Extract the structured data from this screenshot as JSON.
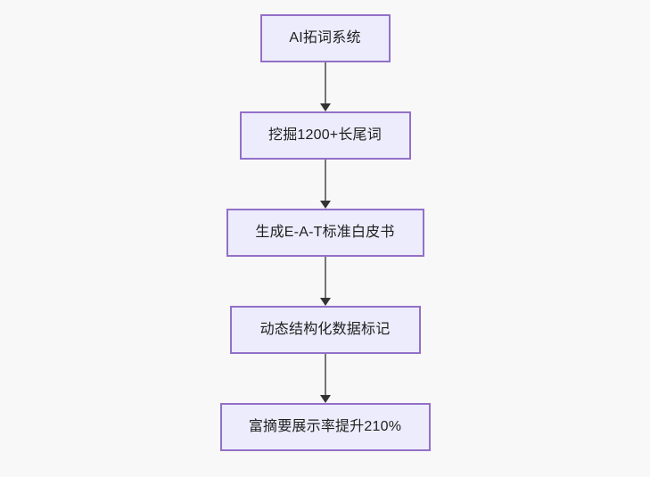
{
  "diagram": {
    "type": "flowchart",
    "direction": "top-to-bottom",
    "background_color": "#f8f8f8",
    "node_fill_color": "#ececfc",
    "node_border_color": "#9370c8",
    "node_text_color": "#1f1f1f",
    "connector_line_color": "#757575",
    "connector_arrow_color": "#333333",
    "nodes": [
      {
        "id": "node-1",
        "label": "AI拓词系统"
      },
      {
        "id": "node-2",
        "label": "挖掘1200+长尾词"
      },
      {
        "id": "node-3",
        "label": "生成E-A-T标准白皮书"
      },
      {
        "id": "node-4",
        "label": "动态结构化数据标记"
      },
      {
        "id": "node-5",
        "label": "富摘要展示率提升210%"
      }
    ],
    "edges": [
      {
        "id": "conn-1",
        "from": "node-1",
        "to": "node-2",
        "arrow": "down-arrow-icon"
      },
      {
        "id": "conn-2",
        "from": "node-2",
        "to": "node-3",
        "arrow": "down-arrow-icon"
      },
      {
        "id": "conn-3",
        "from": "node-3",
        "to": "node-4",
        "arrow": "down-arrow-icon"
      },
      {
        "id": "conn-4",
        "from": "node-4",
        "to": "node-5",
        "arrow": "down-arrow-icon"
      }
    ]
  }
}
